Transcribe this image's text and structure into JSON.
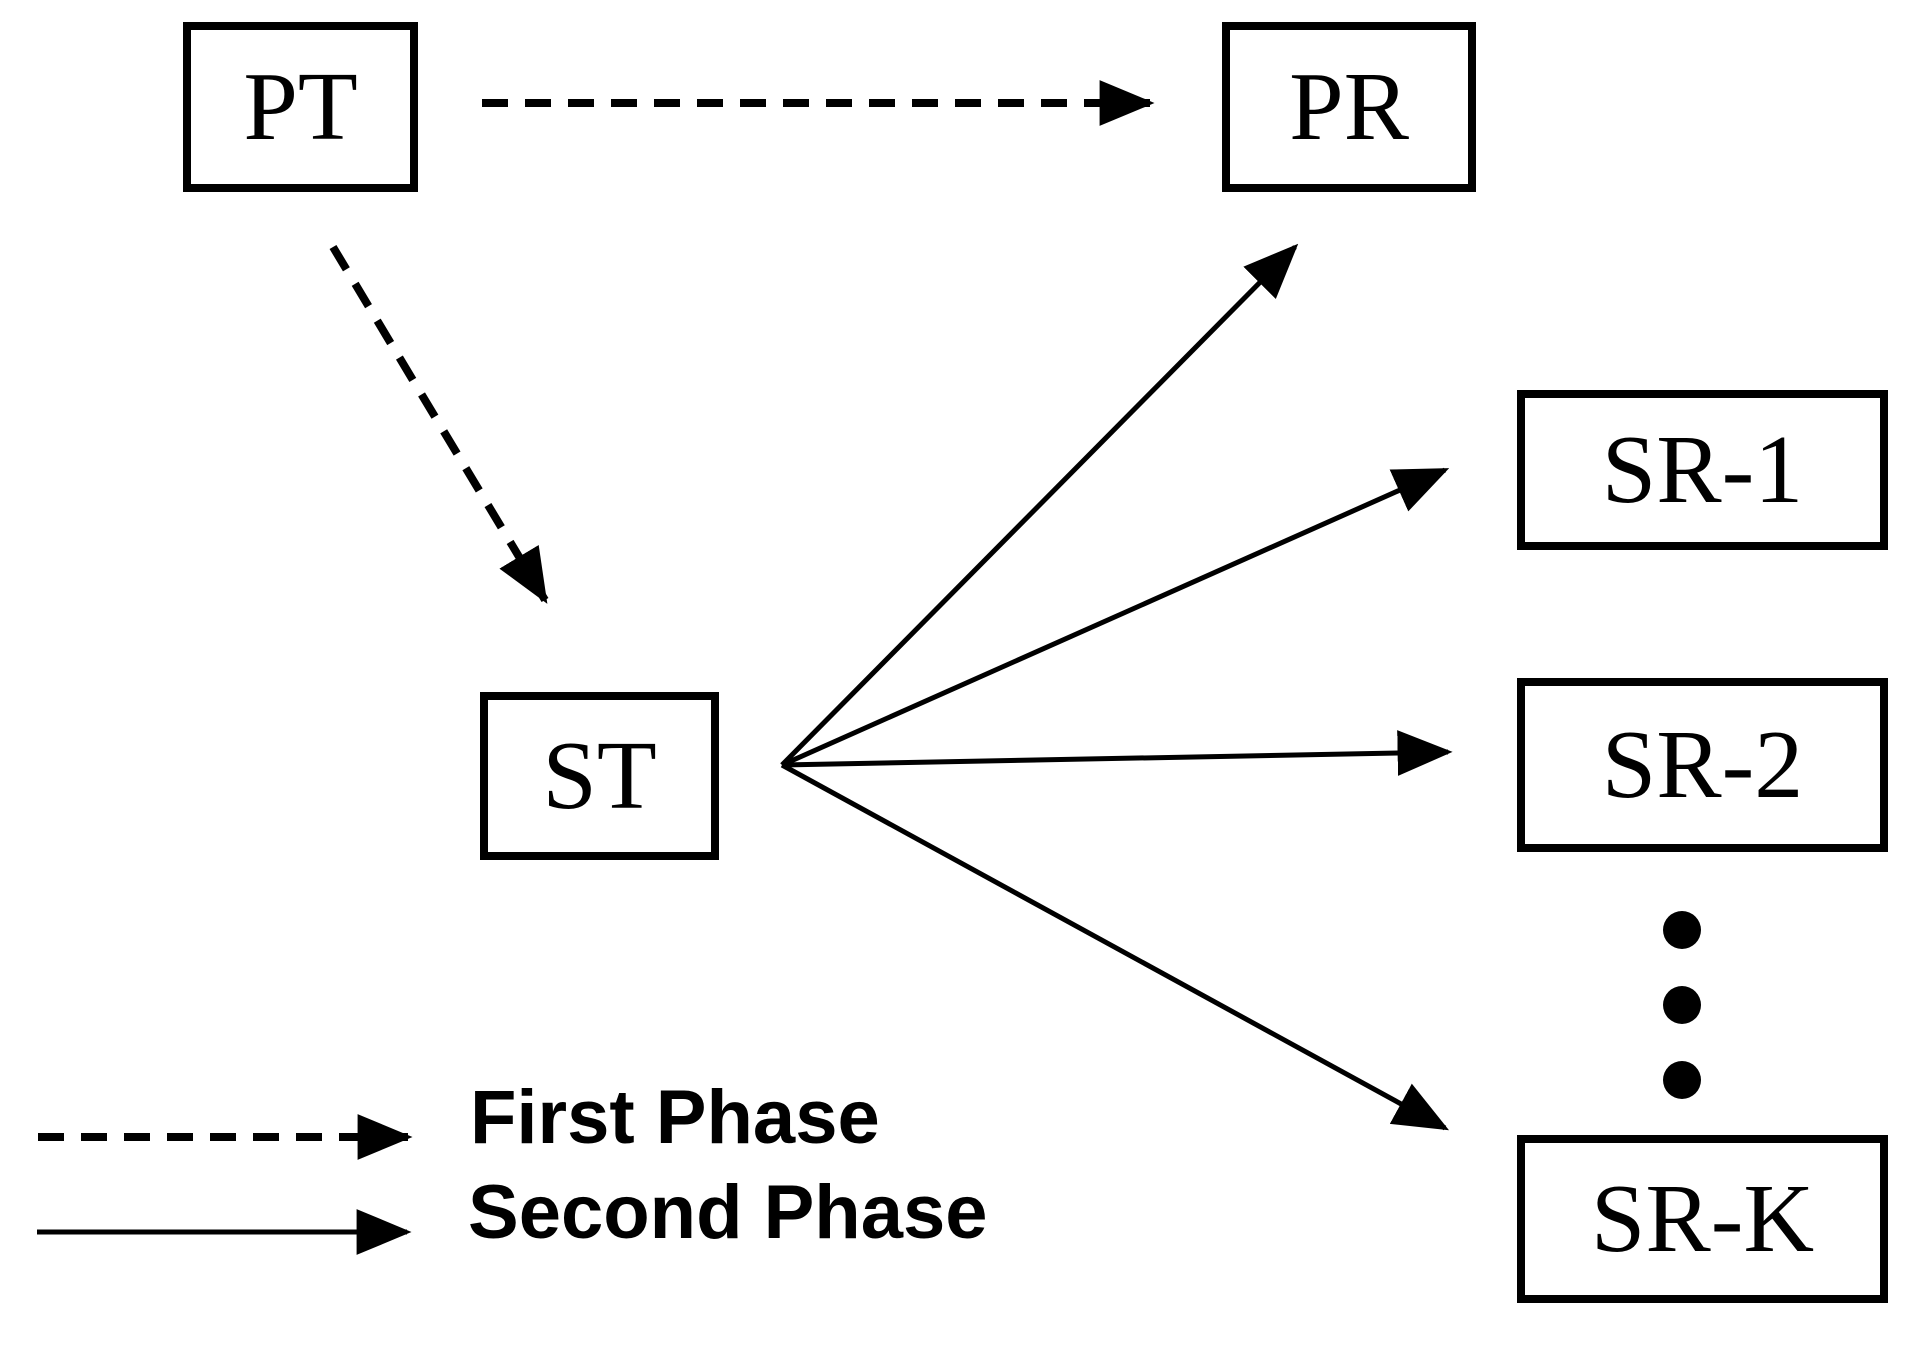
{
  "diagram": {
    "type": "two-phase transmission network diagram",
    "colors": {
      "foreground": "#000000",
      "background": "#ffffff"
    },
    "nodes": {
      "pt": "PT",
      "pr": "PR",
      "st": "ST",
      "sr1": "SR-1",
      "sr2": "SR-2",
      "srk": "SR-K"
    },
    "edges": [
      {
        "from": "PT",
        "to": "PR",
        "phase": "First Phase",
        "line_style": "dashed-arrow"
      },
      {
        "from": "PT",
        "to": "ST",
        "phase": "First Phase",
        "line_style": "dashed-arrow"
      },
      {
        "from": "ST",
        "to": "PR",
        "phase": "Second Phase",
        "line_style": "solid-arrow"
      },
      {
        "from": "ST",
        "to": "SR-1",
        "phase": "Second Phase",
        "line_style": "solid-arrow"
      },
      {
        "from": "ST",
        "to": "SR-2",
        "phase": "Second Phase",
        "line_style": "solid-arrow"
      },
      {
        "from": "ST",
        "to": "SR-K",
        "phase": "Second Phase",
        "line_style": "solid-arrow"
      }
    ],
    "ellipsis": {
      "icon": "vertical-dots",
      "dot_count": 3,
      "between": [
        "SR-2",
        "SR-K"
      ]
    }
  },
  "legend": {
    "items": [
      {
        "label": "First Phase",
        "line_style": "dashed-arrow"
      },
      {
        "label": "Second Phase",
        "line_style": "solid-arrow"
      }
    ]
  }
}
